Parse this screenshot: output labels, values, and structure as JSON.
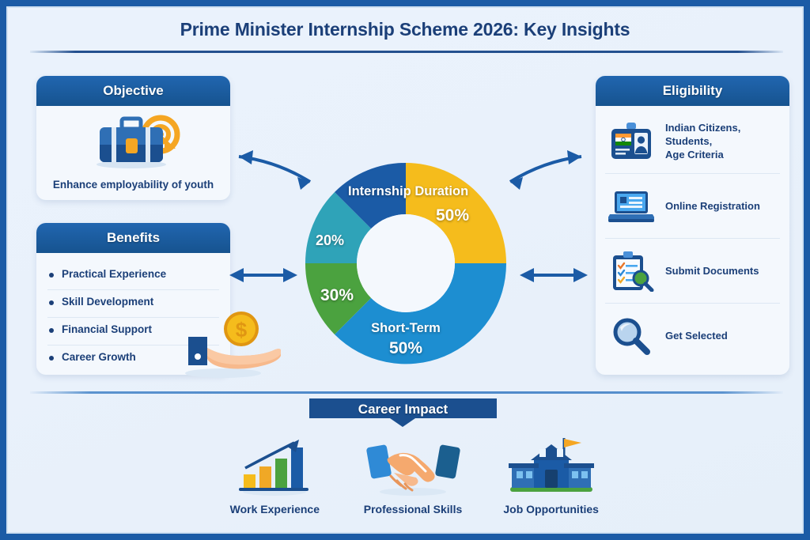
{
  "title": "Prime Minister Internship Scheme 2026: Key Insights",
  "objective": {
    "heading": "Objective",
    "caption": "Enhance employability of youth",
    "icon": "briefcase-target-icon"
  },
  "benefits": {
    "heading": "Benefits",
    "items": [
      "Practical Experience",
      "Skill Development",
      "Financial Support",
      "Career Growth"
    ],
    "icon": "hand-holding-coin-icon"
  },
  "eligibility": {
    "heading": "Eligibility",
    "rows": [
      {
        "text": "Indian Citizens,\nStudents,\nAge Criteria",
        "icon": "id-badge-icon"
      },
      {
        "text": "Online Registration",
        "icon": "laptop-icon"
      },
      {
        "text": "Submit Documents",
        "icon": "clipboard-checklist-icon"
      },
      {
        "text": "Get Selected",
        "icon": "magnifier-icon"
      }
    ]
  },
  "chart_data": {
    "type": "pie",
    "title": "Internship Duration",
    "donut": true,
    "categories": [
      "Internship Duration",
      "Short-Term",
      "30%",
      "20%"
    ],
    "values": [
      50,
      50,
      30,
      20
    ],
    "labels": [
      "50%",
      "50%",
      "30%",
      "20%"
    ],
    "colors": [
      "#f5bc1c",
      "#1d8ed1",
      "#4ba23f",
      "#2fa3b8"
    ],
    "center_label": "",
    "legend": "none",
    "segments": [
      {
        "name": "Internship Duration",
        "value": 50,
        "label": "50%",
        "color": "#f5bc1c"
      },
      {
        "name": "Short-Term",
        "value": 50,
        "label": "50%",
        "color": "#1d8ed1"
      },
      {
        "name": "",
        "value": 30,
        "label": "30%",
        "color": "#4ba23f"
      },
      {
        "name": "",
        "value": 20,
        "label": "20%",
        "color": "#2fa3b8"
      }
    ]
  },
  "career": {
    "heading": "Career Impact",
    "items": [
      {
        "label": "Work Experience",
        "icon": "bar-chart-growth-icon"
      },
      {
        "label": "Professional Skills",
        "icon": "handshake-icon"
      },
      {
        "label": "Job Opportunities",
        "icon": "institution-building-icon"
      }
    ]
  },
  "colors": {
    "border": "#1b5ba6",
    "header": "#1c5fa8",
    "text": "#1b3f78",
    "yellow": "#f5bc1c",
    "blue": "#1d8ed1",
    "green": "#4ba23f",
    "teal": "#2fa3b8",
    "darkblue": "#1b4f8f"
  }
}
